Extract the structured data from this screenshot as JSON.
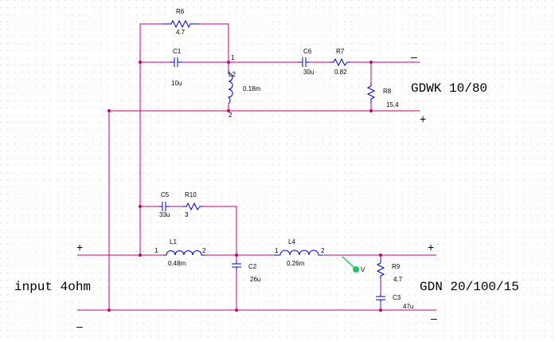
{
  "colors": {
    "wire": "#c0007a",
    "component": "#0000c8",
    "junction": "#c0007a",
    "grid": "#c8c8c8",
    "probe": "#22c55e",
    "text": "#000000"
  },
  "components": {
    "r6": {
      "name": "R6",
      "value": "4.7"
    },
    "c1": {
      "name": "C1",
      "value": "10u"
    },
    "l2": {
      "name": "L2",
      "value": "0.18m",
      "pin1": "1",
      "pin2": "2"
    },
    "c6": {
      "name": "C6",
      "value": "30u"
    },
    "r7": {
      "name": "R7",
      "value": "0.82"
    },
    "r8": {
      "name": "R8",
      "value": "15.4"
    },
    "c5": {
      "name": "C5",
      "value": "33u"
    },
    "r10": {
      "name": "R10",
      "value": "3"
    },
    "l1": {
      "name": "L1",
      "value": "0.48m",
      "pin1": "1",
      "pin2": "2"
    },
    "c2": {
      "name": "C2",
      "value": "26u"
    },
    "l4": {
      "name": "L4",
      "value": "0.26m",
      "pin1": "1",
      "pin2": "2"
    },
    "r9": {
      "name": "R9",
      "value": "4.7"
    },
    "c3": {
      "name": "C3",
      "value": "47u"
    }
  },
  "labels": {
    "tweeter": "GDWK 10/80",
    "woofer": "GDN 20/100/15",
    "input": "input 4ohm",
    "plus": "+",
    "minus": "–",
    "probe": "V"
  }
}
